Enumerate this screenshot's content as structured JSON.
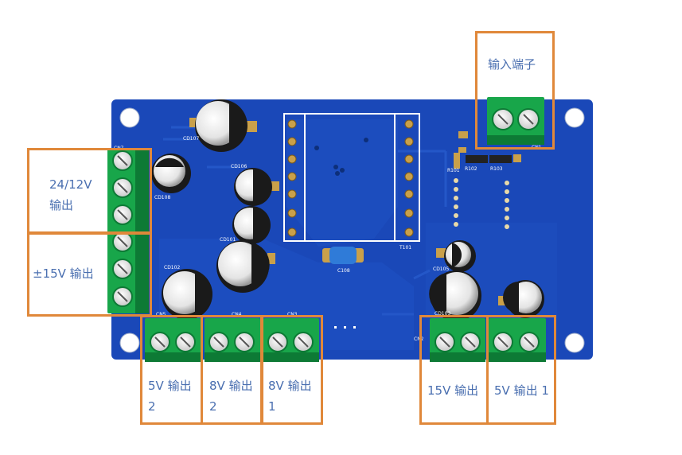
{
  "colors": {
    "board": "#1a48b8",
    "board_dark": "#163f9f",
    "board_trace": "#2457c8",
    "terminal_green": "#18a64a",
    "terminal_dark": "#0d7a35",
    "callout_box": "#e0883a",
    "callout_text": "#4a6fb0",
    "silkscreen": "#ffffff"
  },
  "callouts": {
    "input_terminal": "输入端子",
    "out_24_12v": [
      "24/12V",
      "输出"
    ],
    "out_pm15v": "±15V 输出",
    "out_5v_2": [
      "5V 输出",
      "2"
    ],
    "out_8v_2": [
      "8V 输出",
      "2"
    ],
    "out_8v_1": [
      "8V 输出",
      "1"
    ],
    "out_15v": "15V 输出",
    "out_5v_1": "5V 输出 1"
  },
  "silkscreen": {
    "cd107": "CD107",
    "cd108": "CD108",
    "cd106": "CD106",
    "cd101": "CD101",
    "cd102": "CD102",
    "cd103": "CD103",
    "cd105": "CD105",
    "c108": "C108",
    "t101": "T101",
    "r101": "R101",
    "r102": "R102",
    "r103": "R103",
    "cn1": "CN1",
    "cn2": "CN2",
    "cn3": "CN3",
    "cn4": "CN4",
    "cn5": "CN5",
    "cn7": "CN7"
  },
  "icons": {
    "terminal_screw": "screw-terminal-icon",
    "mount_hole": "mounting-hole-icon",
    "capacitor": "electrolytic-capacitor-icon"
  }
}
